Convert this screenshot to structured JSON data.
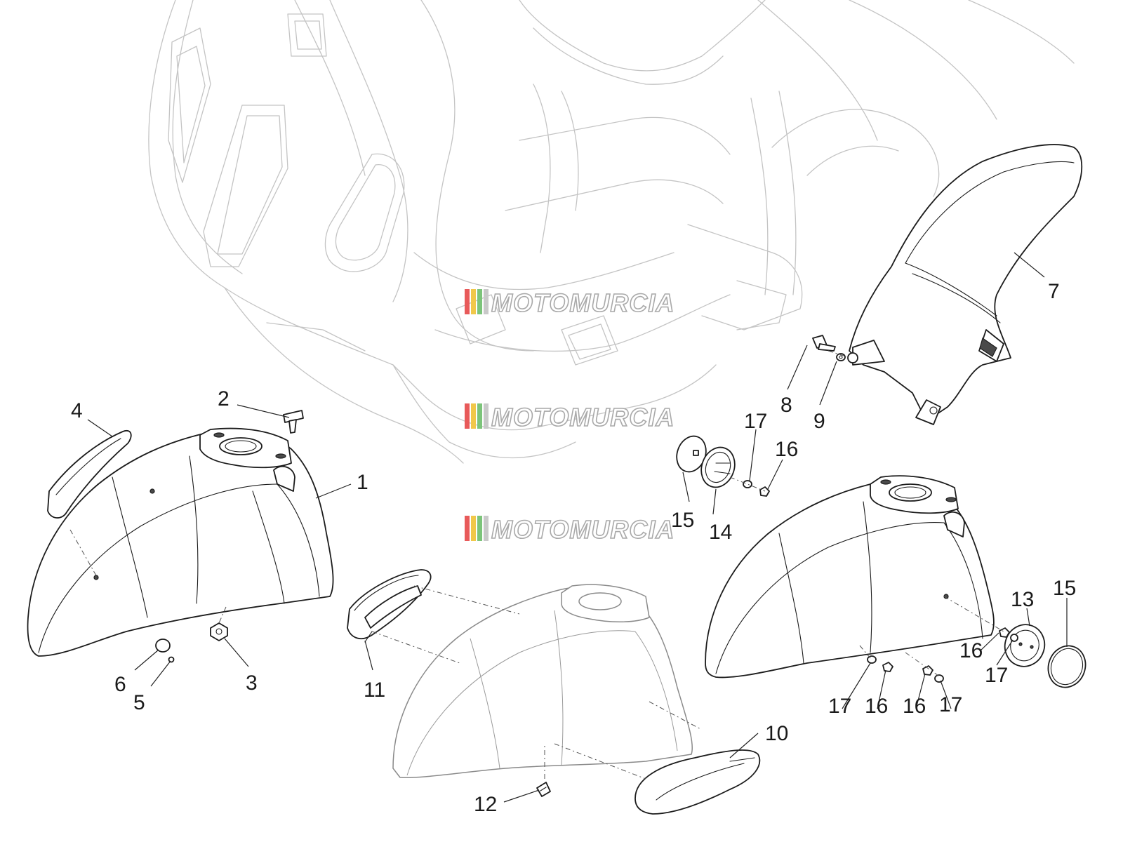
{
  "watermark": {
    "text": "MOTOMURCIA",
    "stripe_colors": [
      "#e85a5a",
      "#f1c84a",
      "#7cc47a",
      "#c9c9c9"
    ]
  },
  "callouts": [
    "1",
    "2",
    "3",
    "4",
    "5",
    "6",
    "7",
    "8",
    "9",
    "10",
    "11",
    "12",
    "13",
    "14",
    "15",
    "16",
    "17"
  ],
  "colors": {
    "part_outline": "#1c1c1c",
    "background_outline": "#c4c4c4",
    "phantom_outline": "#8a8a8a"
  }
}
